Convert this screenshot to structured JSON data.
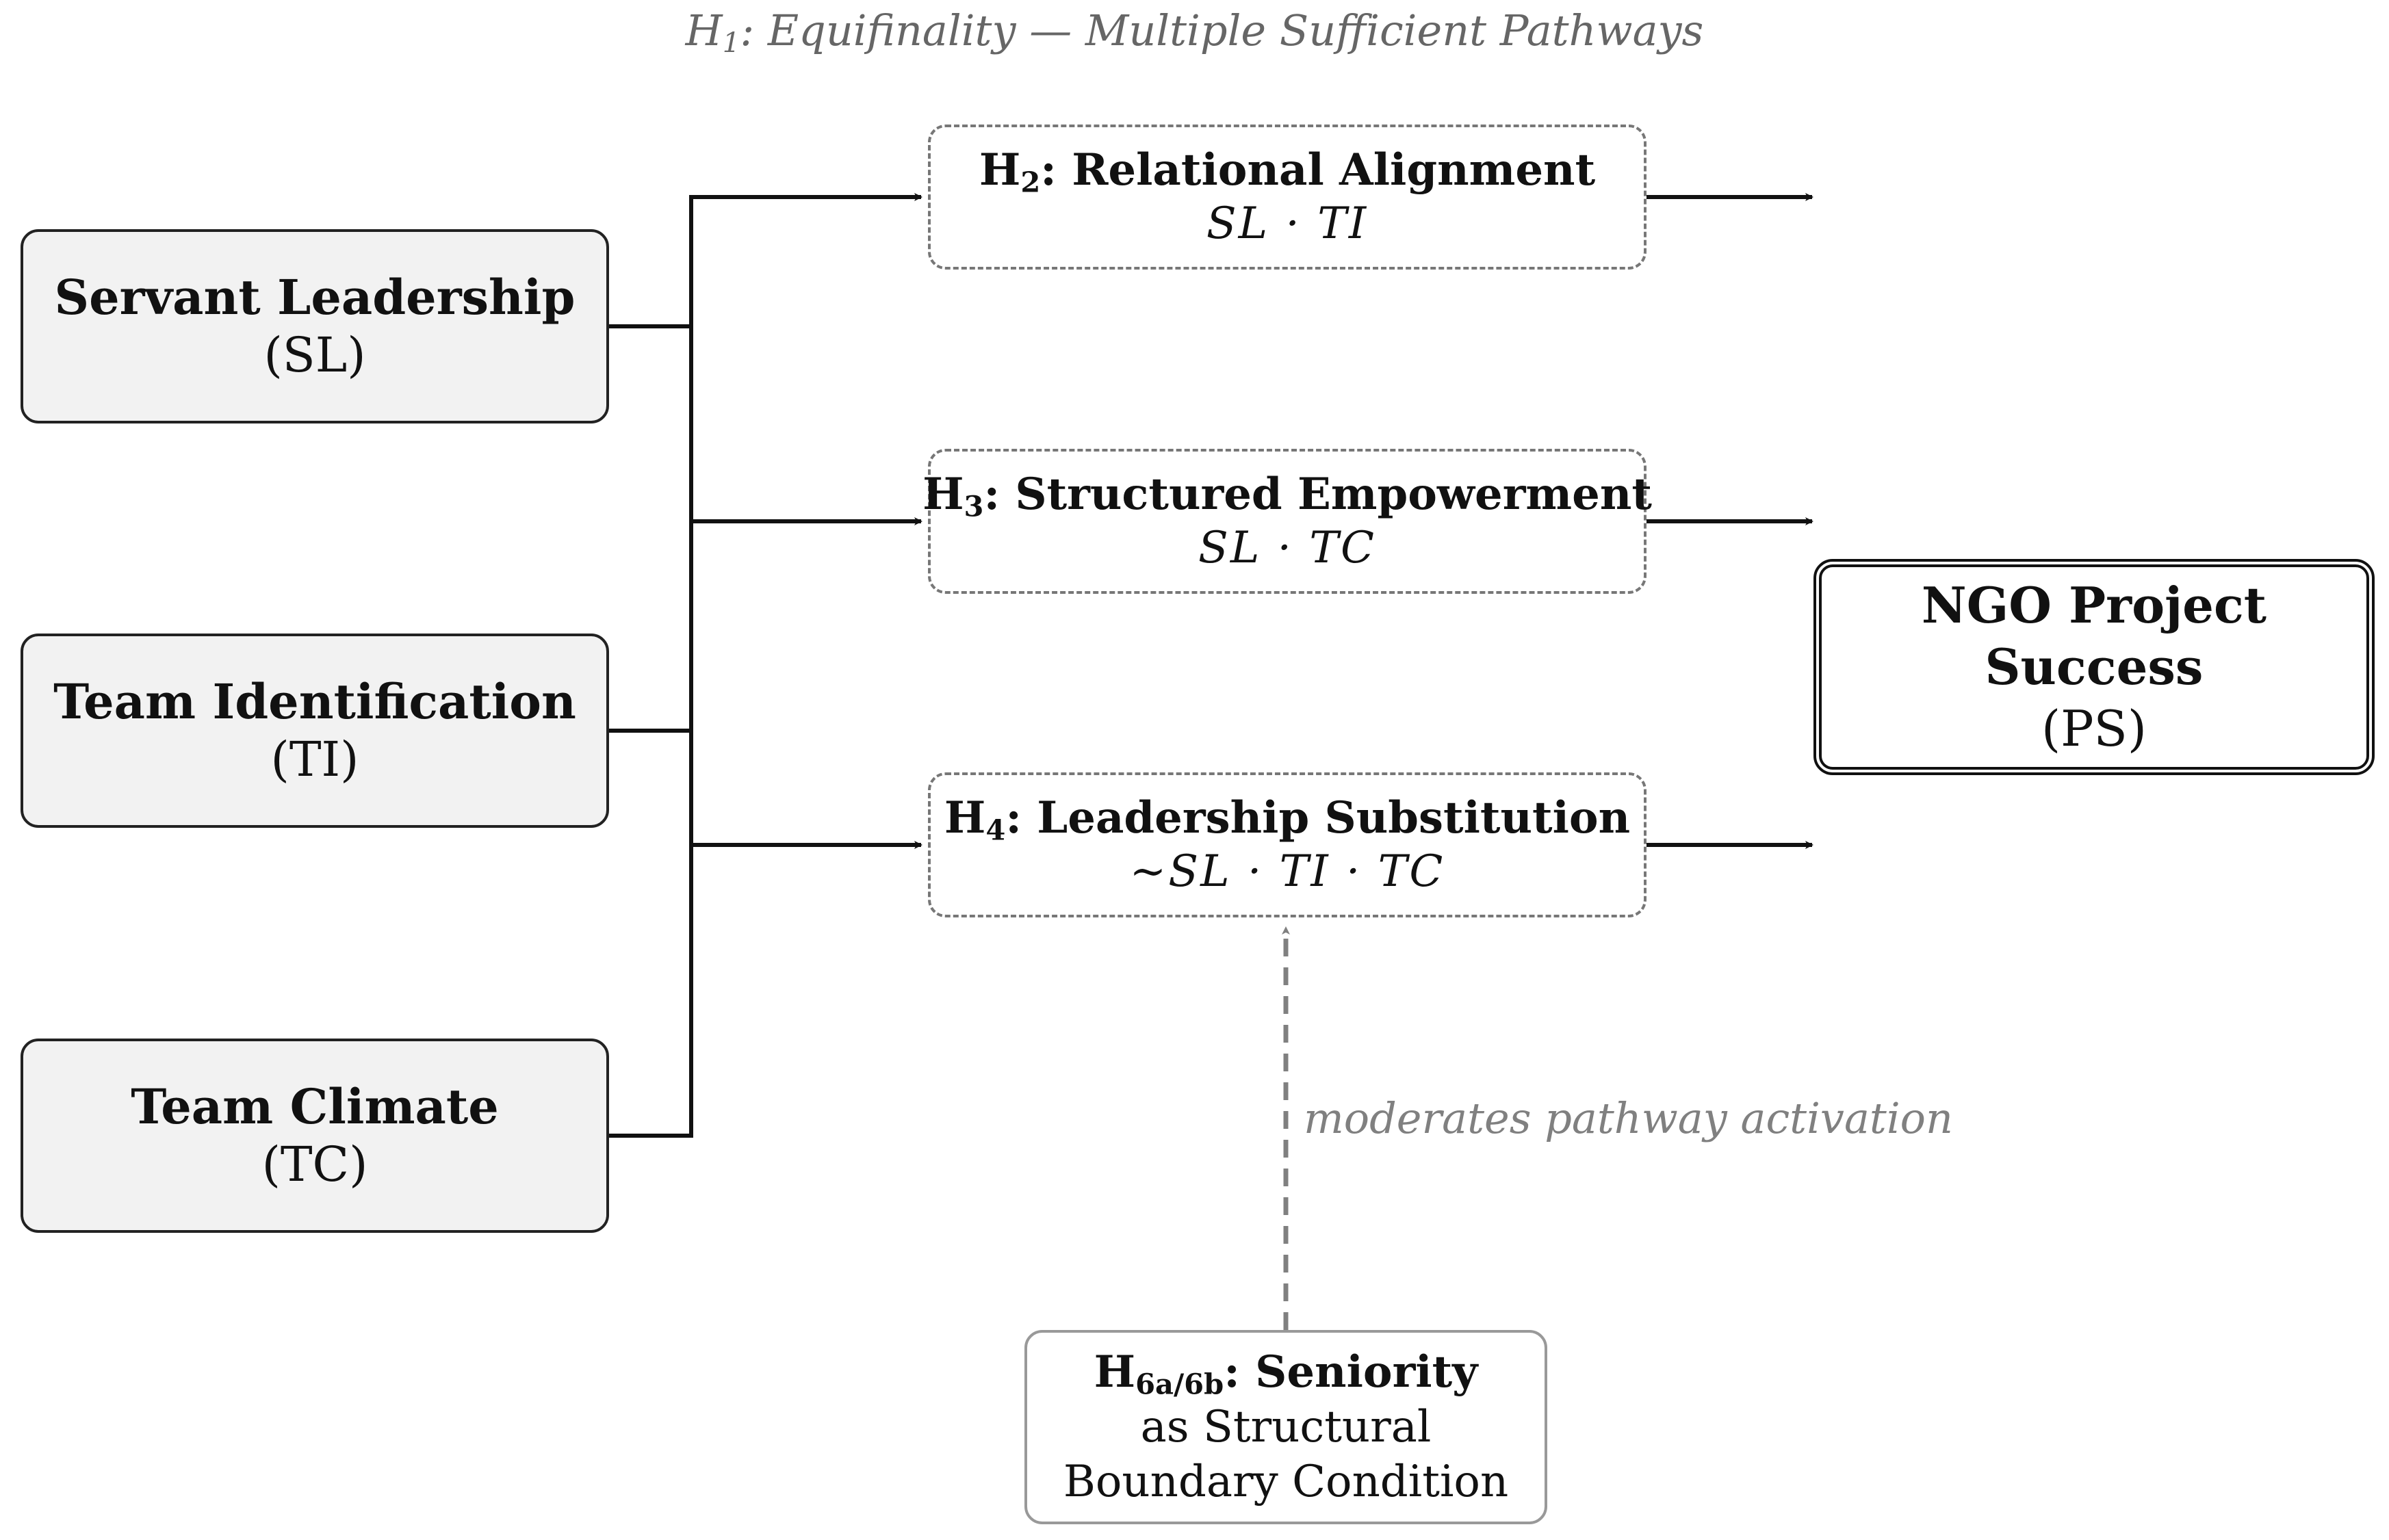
{
  "title": {
    "hyp": "H",
    "hyp_sub": "1",
    "text": ": Equifinality — Multiple Sufficient Pathways"
  },
  "inputs": [
    {
      "name": "Servant Leadership",
      "abbr": "(SL)"
    },
    {
      "name": "Team Identification",
      "abbr": "(TI)"
    },
    {
      "name": "Team Climate",
      "abbr": "(TC)"
    }
  ],
  "pathways": [
    {
      "hyp": "H",
      "hyp_sub": "2",
      "title": ": Relational Alignment",
      "formula": "SL · TI"
    },
    {
      "hyp": "H",
      "hyp_sub": "3",
      "title": ": Structured Empowerment",
      "formula": "SL · TC"
    },
    {
      "hyp": "H",
      "hyp_sub": "4",
      "title": ": Leadership Substitution",
      "formula": "∼SL · TI · TC"
    }
  ],
  "outcome": {
    "line1": "NGO Project",
    "line2": "Success",
    "abbr": "(PS)"
  },
  "moderator": {
    "hyp": "H",
    "hyp_sub": "6a/6b",
    "title": ": Seniority",
    "line2": "as Structural",
    "line3": "Boundary Condition"
  },
  "moderator_edge_label": "moderates pathway activation",
  "colors": {
    "input_fill": "#f2f2f2",
    "solid_stroke": "#111111",
    "dashed_stroke": "#777777",
    "moderator_stroke": "#999999",
    "muted_text": "#808080"
  }
}
